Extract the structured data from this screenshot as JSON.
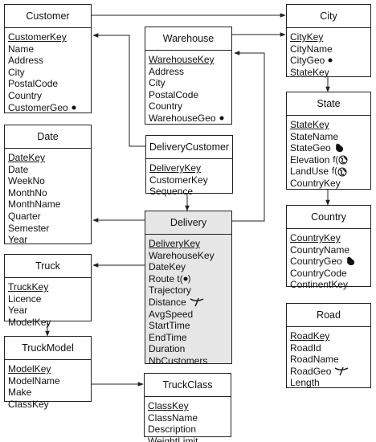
{
  "entities": {
    "customer": {
      "title": "Customer",
      "attributes": [
        {
          "name": "CustomerKey",
          "key": true
        },
        {
          "name": "Name"
        },
        {
          "name": "Address"
        },
        {
          "name": "City"
        },
        {
          "name": "PostalCode"
        },
        {
          "name": "Country"
        },
        {
          "name": "CustomerGeo",
          "icon": "point-icon"
        }
      ]
    },
    "warehouse": {
      "title": "Warehouse",
      "attributes": [
        {
          "name": "WarehouseKey",
          "key": true
        },
        {
          "name": "Address"
        },
        {
          "name": "City"
        },
        {
          "name": "PostalCode"
        },
        {
          "name": "Country"
        },
        {
          "name": "WarehouseGeo",
          "icon": "point-icon"
        }
      ]
    },
    "city": {
      "title": "City",
      "attributes": [
        {
          "name": "CityKey",
          "key": true
        },
        {
          "name": "CityName"
        },
        {
          "name": "CityGeo",
          "icon": "point-icon"
        },
        {
          "name": "StateKey"
        }
      ]
    },
    "state": {
      "title": "State",
      "attributes": [
        {
          "name": "StateKey",
          "key": true
        },
        {
          "name": "StateName"
        },
        {
          "name": "StateGeo",
          "icon": "region-icon"
        },
        {
          "name": "Elevation",
          "icon": "field-icon",
          "icon_prefix": "f("
        },
        {
          "name": "LandUse",
          "icon": "field-icon",
          "icon_prefix": "f("
        },
        {
          "name": "CountryKey"
        }
      ]
    },
    "date": {
      "title": "Date",
      "attributes": [
        {
          "name": "DateKey",
          "key": true
        },
        {
          "name": "Date"
        },
        {
          "name": "WeekNo"
        },
        {
          "name": "MonthNo"
        },
        {
          "name": "MonthName"
        },
        {
          "name": "Quarter"
        },
        {
          "name": "Semester"
        },
        {
          "name": "Year"
        }
      ]
    },
    "deliverycustomer": {
      "title": "DeliveryCustomer",
      "attributes": [
        {
          "name": "DeliveryKey",
          "key": true
        },
        {
          "name": "CustomerKey"
        },
        {
          "name": "Sequence"
        }
      ]
    },
    "delivery": {
      "title": "Delivery",
      "attributes": [
        {
          "name": "DeliveryKey",
          "key": true
        },
        {
          "name": "WarehouseKey"
        },
        {
          "name": "DateKey"
        },
        {
          "name": "Route t(",
          "icon": "point-icon",
          "icon_suffix": ")"
        },
        {
          "name": "Trajectory"
        },
        {
          "name": "Distance",
          "icon": "line-icon"
        },
        {
          "name": "AvgSpeed"
        },
        {
          "name": "StartTime"
        },
        {
          "name": "EndTime"
        },
        {
          "name": "Duration"
        },
        {
          "name": "NbCustomers"
        }
      ]
    },
    "country": {
      "title": "Country",
      "attributes": [
        {
          "name": "CountryKey",
          "key": true
        },
        {
          "name": "CountryName"
        },
        {
          "name": "CountryGeo",
          "icon": "region-icon"
        },
        {
          "name": "CountryCode"
        },
        {
          "name": "ContinentKey"
        }
      ]
    },
    "truck": {
      "title": "Truck",
      "attributes": [
        {
          "name": "TruckKey",
          "key": true
        },
        {
          "name": "Licence"
        },
        {
          "name": "Year"
        },
        {
          "name": "ModelKey"
        }
      ]
    },
    "truckmodel": {
      "title": "TruckModel",
      "attributes": [
        {
          "name": "ModelKey",
          "key": true
        },
        {
          "name": "ModelName"
        },
        {
          "name": "Make"
        },
        {
          "name": "ClassKey"
        }
      ]
    },
    "truckclass": {
      "title": "TruckClass",
      "attributes": [
        {
          "name": "ClassKey",
          "key": true
        },
        {
          "name": "ClassName"
        },
        {
          "name": "Description"
        },
        {
          "name": "WeightLimit"
        }
      ]
    },
    "road": {
      "title": "Road",
      "attributes": [
        {
          "name": "RoadKey",
          "key": true
        },
        {
          "name": "RoadId"
        },
        {
          "name": "RoadName"
        },
        {
          "name": "RoadGeo",
          "icon": "line-icon"
        },
        {
          "name": "Length"
        }
      ]
    }
  },
  "relationships": [
    {
      "from": "customer",
      "to": "city"
    },
    {
      "from": "warehouse",
      "to": "city"
    },
    {
      "from": "city",
      "to": "state"
    },
    {
      "from": "state",
      "to": "country"
    },
    {
      "from": "deliverycustomer",
      "to": "customer"
    },
    {
      "from": "deliverycustomer",
      "to": "delivery"
    },
    {
      "from": "delivery",
      "to": "warehouse"
    },
    {
      "from": "delivery",
      "to": "date"
    },
    {
      "from": "delivery",
      "to": "truck"
    },
    {
      "from": "truck",
      "to": "truckmodel"
    },
    {
      "from": "truckmodel",
      "to": "truckclass"
    }
  ],
  "colors": {
    "fact_fill": "#e6e6e6",
    "line": "#222222"
  }
}
